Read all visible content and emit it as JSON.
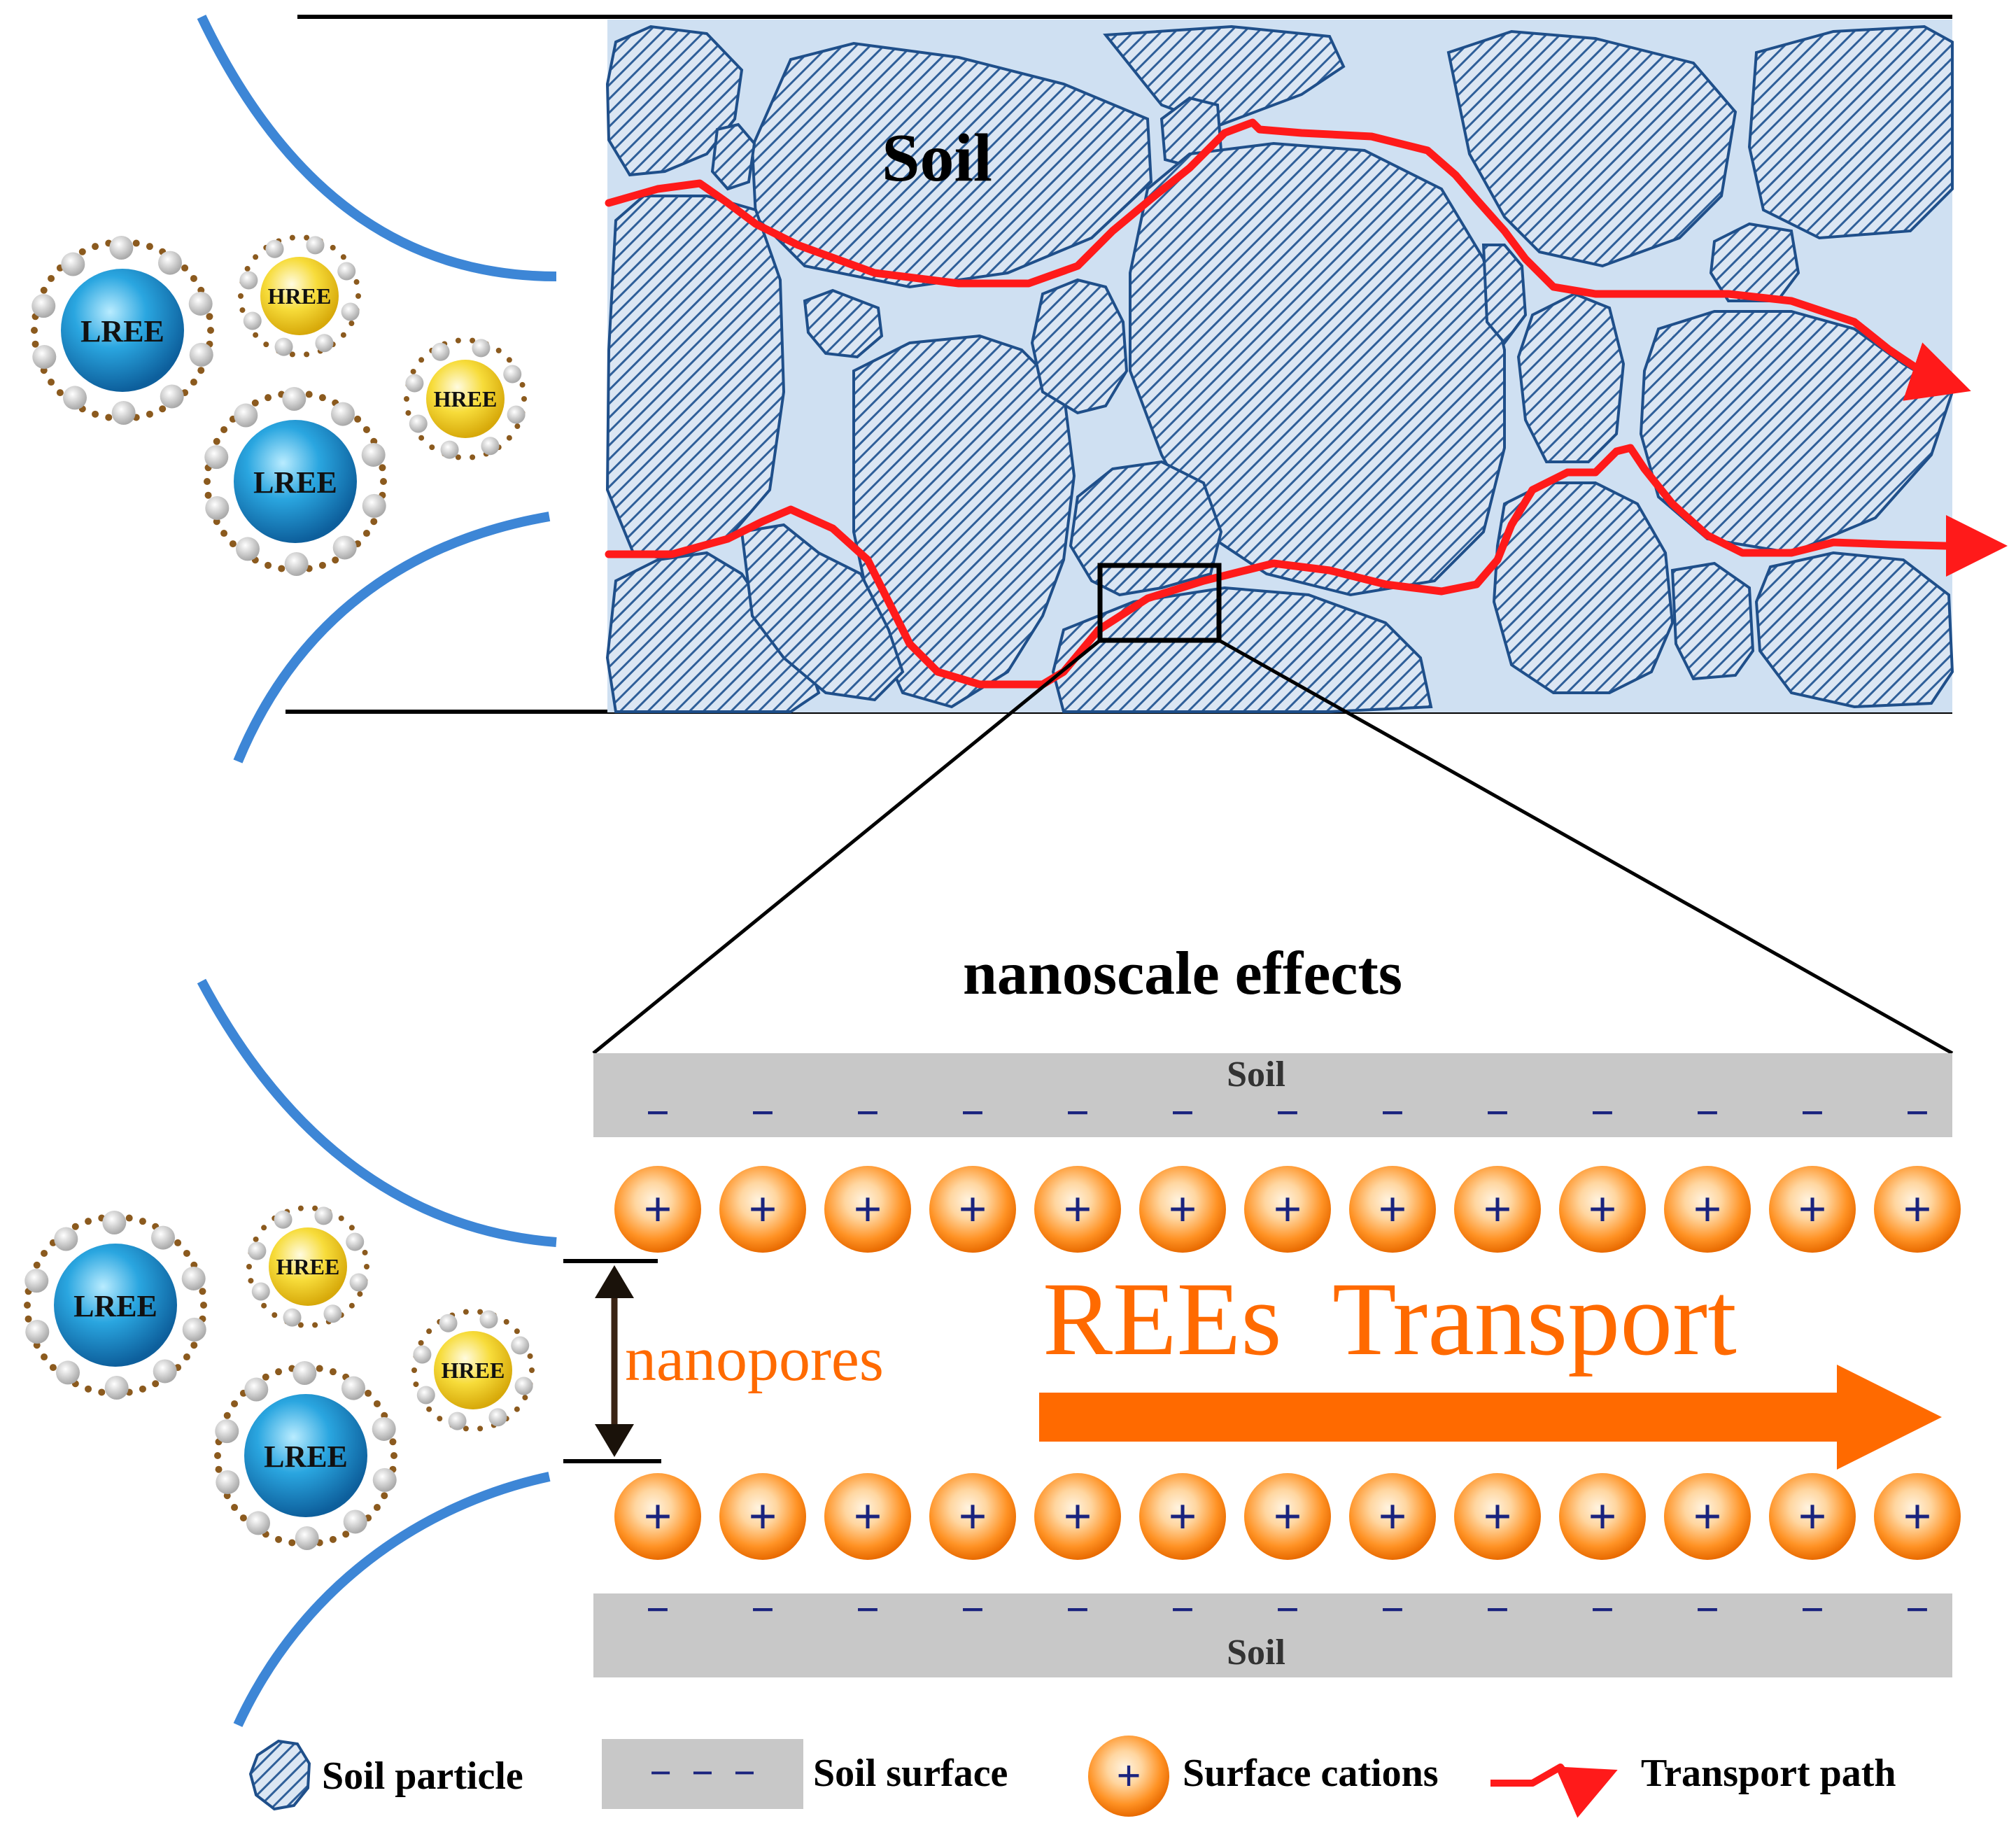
{
  "top_panel": {
    "soil_label": "Soil"
  },
  "ions": {
    "lree_label": "LREE",
    "hree_label": "HREE"
  },
  "bottom_panel": {
    "title": "nanoscale effects",
    "soil_top_label": "Soil",
    "soil_bottom_label": "Soil",
    "nanopores_label": "nanopores",
    "transport_label": "REEs  Transport",
    "negative_charge": "−",
    "positive_charge": "+"
  },
  "legend": {
    "soil_particle": "Soil particle",
    "soil_surface": "Soil surface",
    "soil_surface_dashes": "−  −  −",
    "surface_cations": "Surface cations",
    "transport_path": "Transport path"
  },
  "colors": {
    "particle_fill": "#4a7fb5",
    "particle_edge": "#1f4f8a",
    "pore_background": "#cfe0f2",
    "transport_path": "#ff1a1a",
    "soil_surface": "#c8c8c8",
    "charge_minus": "#1a237e",
    "cation_fill": "#f57c00",
    "transport_arrow": "#ff6a00",
    "nanopore_text": "#ff6a00",
    "channel_wall": "#3d86d6",
    "lree_fill": "#1e88c8",
    "hree_fill": "#f4cf1e"
  }
}
